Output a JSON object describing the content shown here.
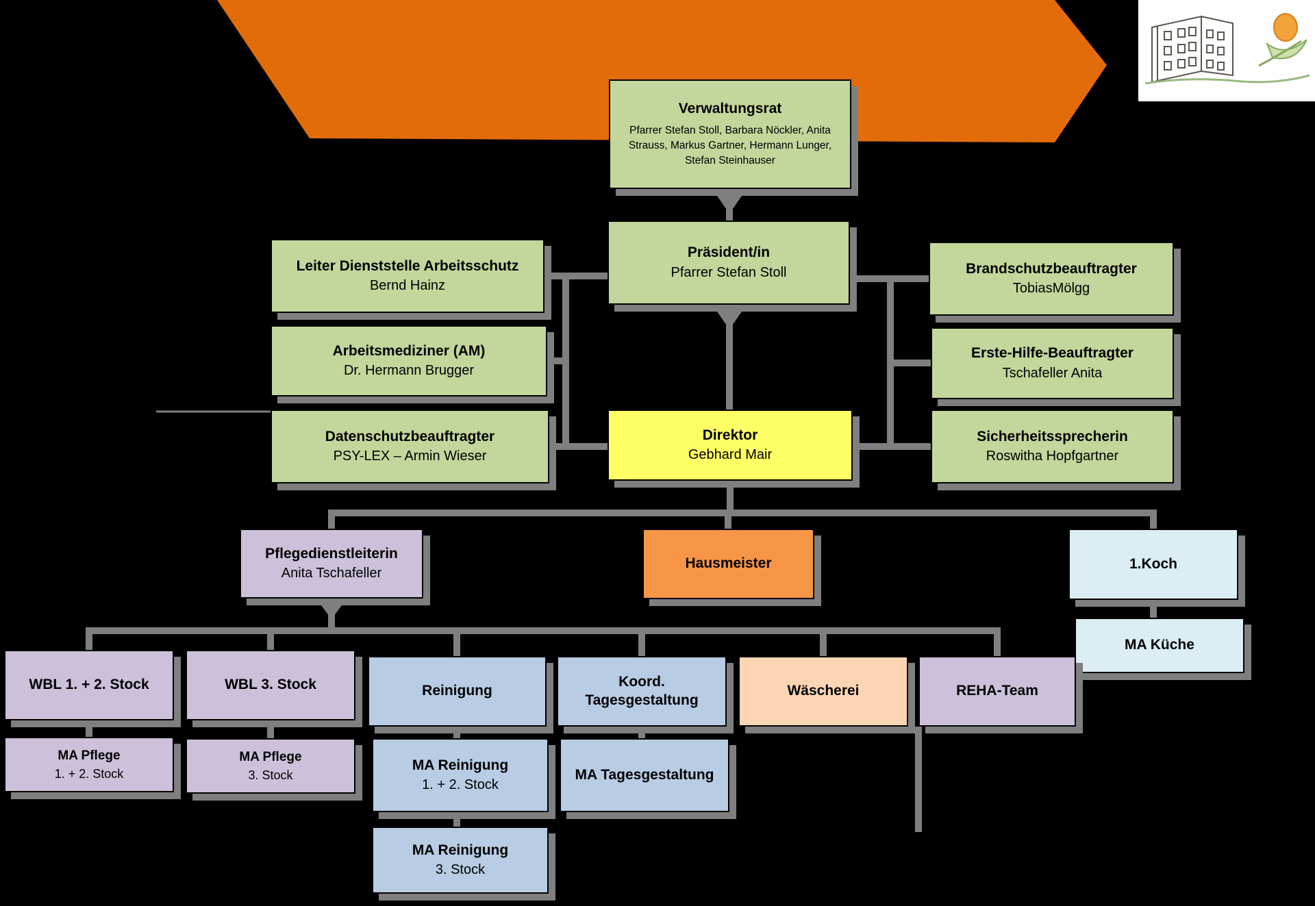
{
  "colors": {
    "background": "#000000",
    "banner": "#E36C0A",
    "connector": "#7F7F7F",
    "green": "#C3D69B",
    "yellow": "#FFFF66",
    "purple": "#CCC0DA",
    "orange": "#F79646",
    "blue": "#B8CCE4",
    "light_blue": "#DAEEF3",
    "peach": "#FCD5B4"
  },
  "logo": {
    "description": "hand-drawn-building-with-flower-logo"
  },
  "nodes": {
    "verwaltungsrat": {
      "title": "Verwaltungsrat",
      "subtitle": "Pfarrer Stefan Stoll, Barbara Nöckler, Anita Strauss, Markus Gartner, Hermann Lunger, Stefan Steinhauser"
    },
    "praesident": {
      "title": "Präsident/in",
      "subtitle": "Pfarrer Stefan Stoll"
    },
    "leiter_arbeitsschutz": {
      "title": "Leiter Dienststelle Arbeitsschutz",
      "subtitle": "Bernd Hainz"
    },
    "arbeitsmediziner": {
      "title": "Arbeitsmediziner (AM)",
      "subtitle": "Dr. Hermann Brugger"
    },
    "datenschutz": {
      "title": "Datenschutzbeauftragter",
      "subtitle": "PSY-LEX – Armin Wieser"
    },
    "brandschutz": {
      "title": "Brandschutzbeauftragter",
      "subtitle": "TobiasMölgg"
    },
    "erste_hilfe": {
      "title": "Erste-Hilfe-Beauftragter",
      "subtitle": "Tschafeller Anita"
    },
    "sicherheitssprecherin": {
      "title": "Sicherheitssprecherin",
      "subtitle": "Roswitha Hopfgartner"
    },
    "direktor": {
      "title": "Direktor",
      "subtitle": "Gebhard Mair"
    },
    "pflegedienstleiterin": {
      "title": "Pflegedienstleiterin",
      "subtitle": "Anita Tschafeller"
    },
    "hausmeister": {
      "title": "Hausmeister"
    },
    "koch": {
      "title": "1.Koch"
    },
    "ma_kueche": {
      "title": "MA Küche"
    },
    "wbl_12": {
      "title": "WBL 1. + 2. Stock"
    },
    "wbl_3": {
      "title": "WBL 3. Stock"
    },
    "reinigung": {
      "title": "Reinigung"
    },
    "koord_tagesgestaltung": {
      "title": "Koord. Tagesgestaltung"
    },
    "waescherei": {
      "title": "Wäscherei"
    },
    "reha_team": {
      "title": "REHA-Team"
    },
    "ma_pflege_12": {
      "title": "MA Pflege",
      "subtitle": "1. + 2. Stock"
    },
    "ma_pflege_3": {
      "title": "MA Pflege",
      "subtitle": "3. Stock"
    },
    "ma_reinigung_12": {
      "title": "MA Reinigung",
      "subtitle": "1. + 2. Stock"
    },
    "ma_tagesgestaltung": {
      "title": "MA Tagesgestaltung"
    },
    "ma_reinigung_3": {
      "title": "MA Reinigung",
      "subtitle": "3. Stock"
    }
  }
}
